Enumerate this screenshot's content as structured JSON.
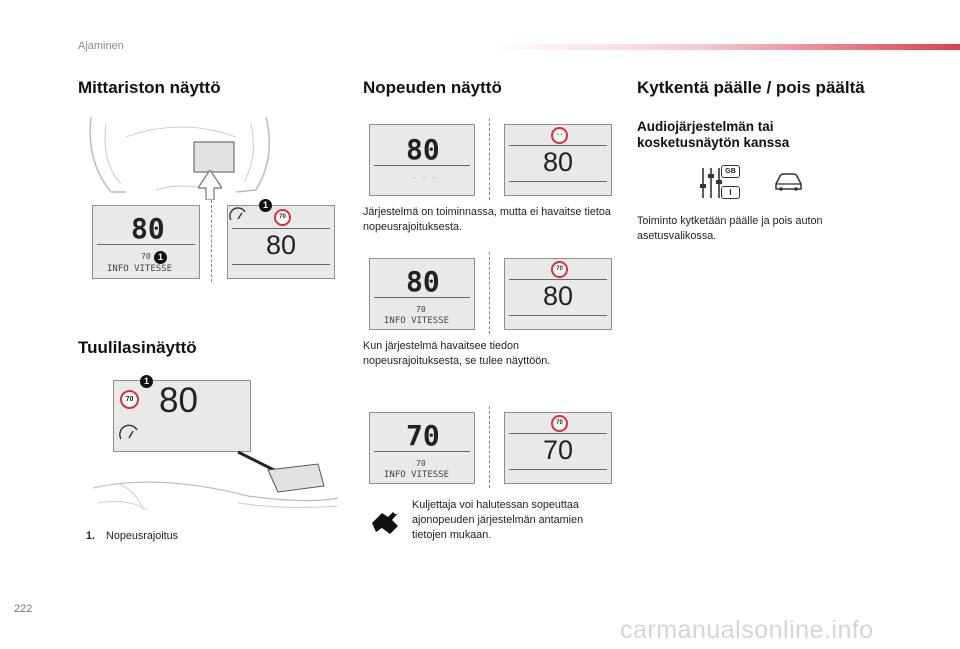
{
  "header": {
    "section": "Ajaminen"
  },
  "page_number": "222",
  "watermark": "carmanualsonline.info",
  "col1": {
    "title": "Mittariston näyttö",
    "display_main": "80",
    "display_small": "70",
    "display_label": "INFO VITESSE",
    "display_alt_value": "80",
    "display_sign": "70",
    "callout": "1"
  },
  "col1b": {
    "title": "Tuulilasinäyttö",
    "hud_value": "80",
    "hud_sign": "70",
    "callout": "1",
    "footnote_num": "1.",
    "footnote_text": "Nopeusrajoitus"
  },
  "col2": {
    "title": "Nopeuden näyttö",
    "row1": {
      "left_value": "80",
      "left_sub": "- - -",
      "right_value": "80",
      "right_sign": "- -",
      "caption": "Järjestelmä on toiminnassa, mutta ei havaitse tietoa nopeusrajoituksesta."
    },
    "row2": {
      "left_value": "80",
      "left_sub": "70",
      "left_label": "INFO VITESSE",
      "right_value": "80",
      "right_sign": "70",
      "caption": "Kun järjestelmä havaitsee tiedon nopeusrajoituksesta, se tulee näyttöön."
    },
    "row3": {
      "left_value": "70",
      "left_sub": "70",
      "left_label": "INFO VITESSE",
      "right_value": "70",
      "right_sign": "70"
    },
    "tip": "Kuljettaja voi halutessan sopeuttaa ajonopeuden järjestelmän antamien tietojen mukaan."
  },
  "col3": {
    "title": "Kytkentä päälle / pois päältä",
    "subtitle": "Audiojärjestelmän tai kosketusnäytön kanssa",
    "icon_badge_top": "GB",
    "icon_badge_bottom": "I",
    "text": "Toiminto kytketään päälle ja pois auton asetusvalikossa."
  }
}
